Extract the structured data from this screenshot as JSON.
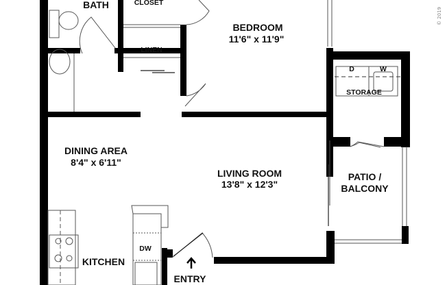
{
  "rooms": {
    "bath": {
      "name": "BATH"
    },
    "closet": {
      "name": "CLOSET"
    },
    "linen": {
      "name": "LINEN"
    },
    "bedroom": {
      "name": "BEDROOM",
      "size": "11'6\" x 11'9\""
    },
    "storage": {
      "name": "STORAGE",
      "dryer": "D",
      "washer": "W"
    },
    "dining": {
      "name": "DINING AREA",
      "size": "8'4\" x 6'11\""
    },
    "living": {
      "name": "LIVING ROOM",
      "size": "13'8\" x 12'3\""
    },
    "patio": {
      "line1": "PATIO /",
      "line2": "BALCONY"
    },
    "kitchen": {
      "name": "KITCHEN",
      "dishwasher": "DW"
    },
    "entry": {
      "name": "ENTRY"
    }
  },
  "copyright": "© 2019",
  "colors": {
    "wall": "#000000",
    "background": "#ffffff"
  }
}
